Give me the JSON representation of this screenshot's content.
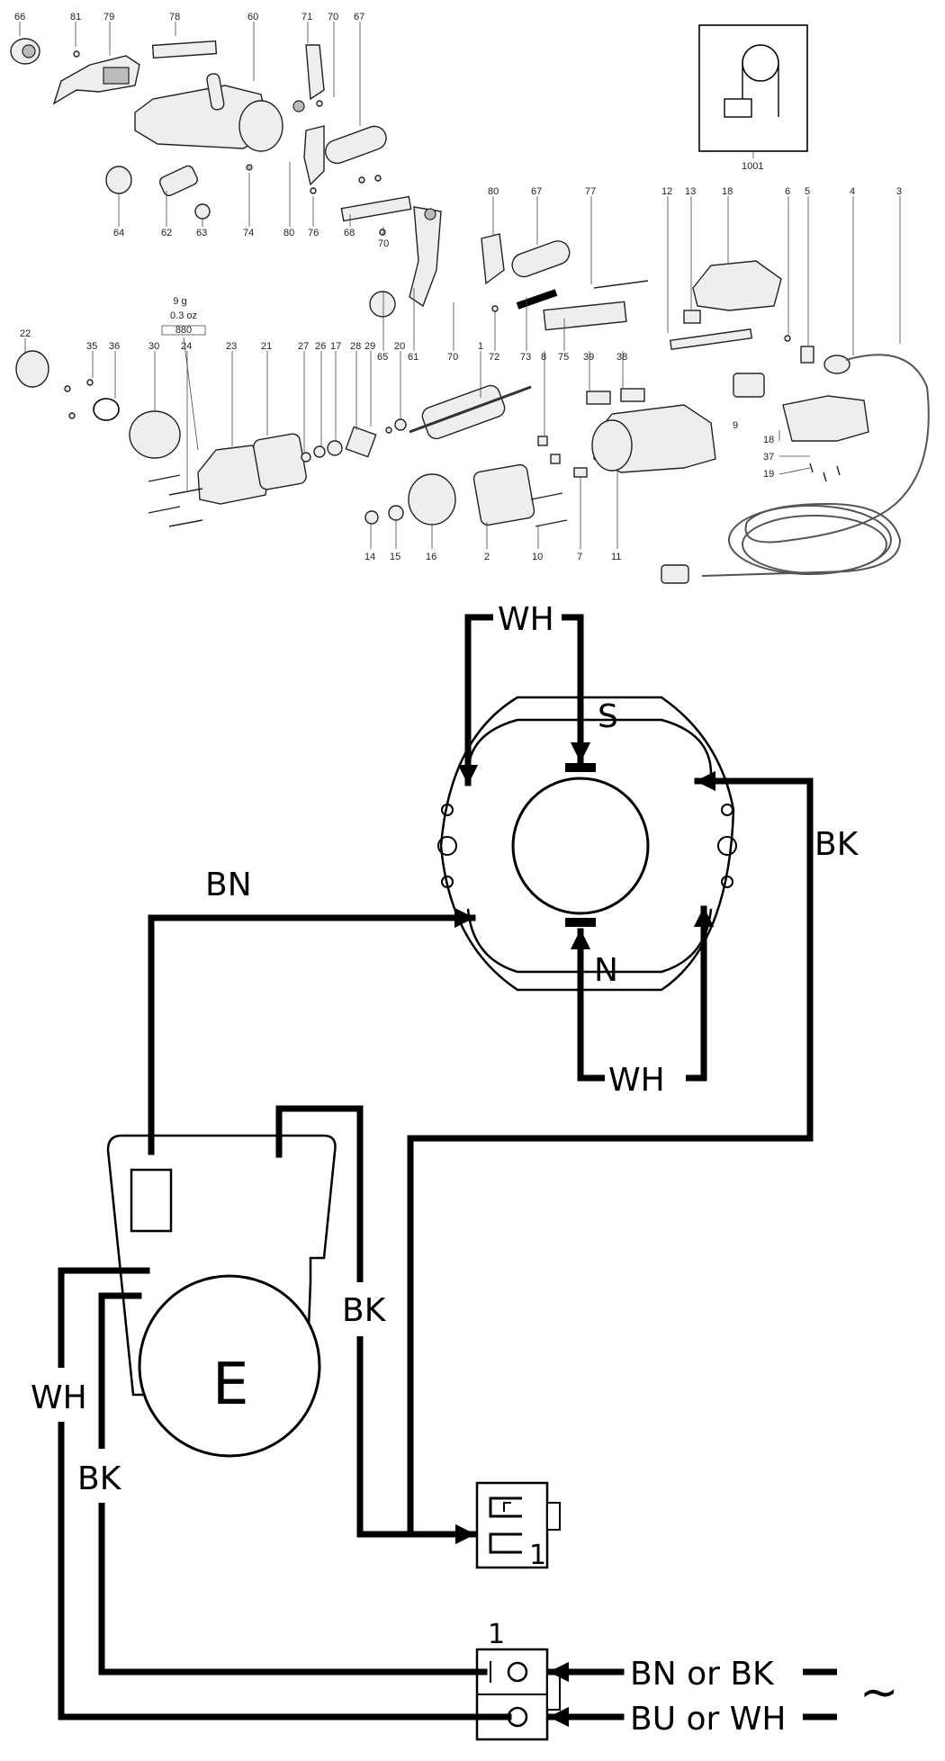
{
  "exploded_view": {
    "callouts": [
      {
        "id": "c66",
        "label": "66"
      },
      {
        "id": "c81",
        "label": "81"
      },
      {
        "id": "c79",
        "label": "79"
      },
      {
        "id": "c78",
        "label": "78"
      },
      {
        "id": "c60",
        "label": "60"
      },
      {
        "id": "c71",
        "label": "71"
      },
      {
        "id": "c70a",
        "label": "70"
      },
      {
        "id": "c67a",
        "label": "67"
      },
      {
        "id": "c1001",
        "label": "1001"
      },
      {
        "id": "c64",
        "label": "64"
      },
      {
        "id": "c62",
        "label": "62"
      },
      {
        "id": "c63",
        "label": "63"
      },
      {
        "id": "c74",
        "label": "74"
      },
      {
        "id": "c80a",
        "label": "80"
      },
      {
        "id": "c76",
        "label": "76"
      },
      {
        "id": "c68",
        "label": "68"
      },
      {
        "id": "c70b",
        "label": "70"
      },
      {
        "id": "c80b",
        "label": "80"
      },
      {
        "id": "c67b",
        "label": "67"
      },
      {
        "id": "c77",
        "label": "77"
      },
      {
        "id": "c12",
        "label": "12"
      },
      {
        "id": "c13",
        "label": "13"
      },
      {
        "id": "c18a",
        "label": "18"
      },
      {
        "id": "c6",
        "label": "6"
      },
      {
        "id": "c5",
        "label": "5"
      },
      {
        "id": "c4",
        "label": "4"
      },
      {
        "id": "c3",
        "label": "3"
      },
      {
        "id": "c22",
        "label": "22"
      },
      {
        "id": "c35",
        "label": "35"
      },
      {
        "id": "c36",
        "label": "36"
      },
      {
        "id": "c30",
        "label": "30"
      },
      {
        "id": "c24",
        "label": "24"
      },
      {
        "id": "c23",
        "label": "23"
      },
      {
        "id": "c21",
        "label": "21"
      },
      {
        "id": "c27",
        "label": "27"
      },
      {
        "id": "c26",
        "label": "26"
      },
      {
        "id": "c17",
        "label": "17"
      },
      {
        "id": "c28",
        "label": "28"
      },
      {
        "id": "c29",
        "label": "29"
      },
      {
        "id": "c65",
        "label": "65"
      },
      {
        "id": "c61",
        "label": "61"
      },
      {
        "id": "c70c",
        "label": "70"
      },
      {
        "id": "c72",
        "label": "72"
      },
      {
        "id": "c20",
        "label": "20"
      },
      {
        "id": "c1",
        "label": "1"
      },
      {
        "id": "c73",
        "label": "73"
      },
      {
        "id": "c8",
        "label": "8"
      },
      {
        "id": "c75",
        "label": "75"
      },
      {
        "id": "c39",
        "label": "39"
      },
      {
        "id": "c38",
        "label": "38"
      },
      {
        "id": "c9",
        "label": "9"
      },
      {
        "id": "c18b",
        "label": "18"
      },
      {
        "id": "c37",
        "label": "37"
      },
      {
        "id": "c19",
        "label": "19"
      },
      {
        "id": "c14",
        "label": "14"
      },
      {
        "id": "c15",
        "label": "15"
      },
      {
        "id": "c16",
        "label": "16"
      },
      {
        "id": "c2",
        "label": "2"
      },
      {
        "id": "c10",
        "label": "10"
      },
      {
        "id": "c7",
        "label": "7"
      },
      {
        "id": "c11",
        "label": "11"
      }
    ],
    "grease_note": {
      "line1": "9 g",
      "line2": "0.3 oz",
      "line3": "880"
    }
  },
  "wiring": {
    "labels": {
      "wh_top": "WH",
      "south_pole": "S",
      "bk_right": "BK",
      "bn_left": "BN",
      "north_pole": "N",
      "wh_bottom": "WH",
      "bk_mid": "BK",
      "electronics": "E",
      "wh_left": "WH",
      "bk_left": "BK",
      "switch_pos": "1",
      "terminal_pos": "1",
      "supply_line1": "BN or BK",
      "supply_line2": "BU or WH",
      "ac_symbol": "~"
    }
  }
}
